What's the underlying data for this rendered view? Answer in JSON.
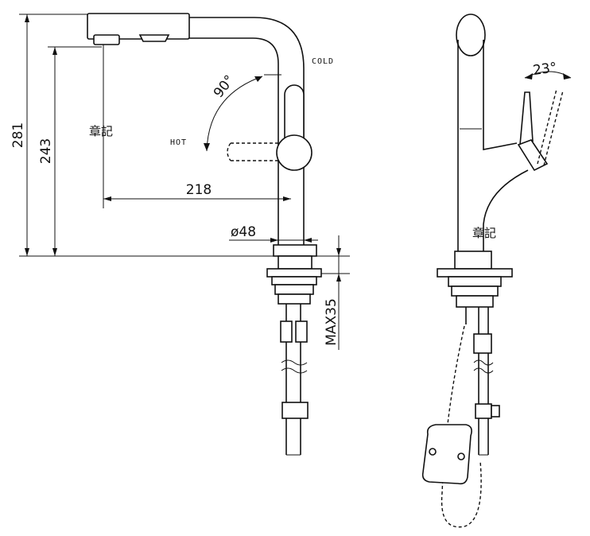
{
  "dimensions": {
    "total_height": "281",
    "spout_height": "243",
    "reach": "218",
    "diameter": "ø48",
    "max_thickness": "MAX35",
    "handle_rotation": "90°",
    "spout_tilt": "23°"
  },
  "labels": {
    "cold": "COLD",
    "hot": "HOT",
    "watermark_left": "章記",
    "watermark_right": "章記"
  }
}
